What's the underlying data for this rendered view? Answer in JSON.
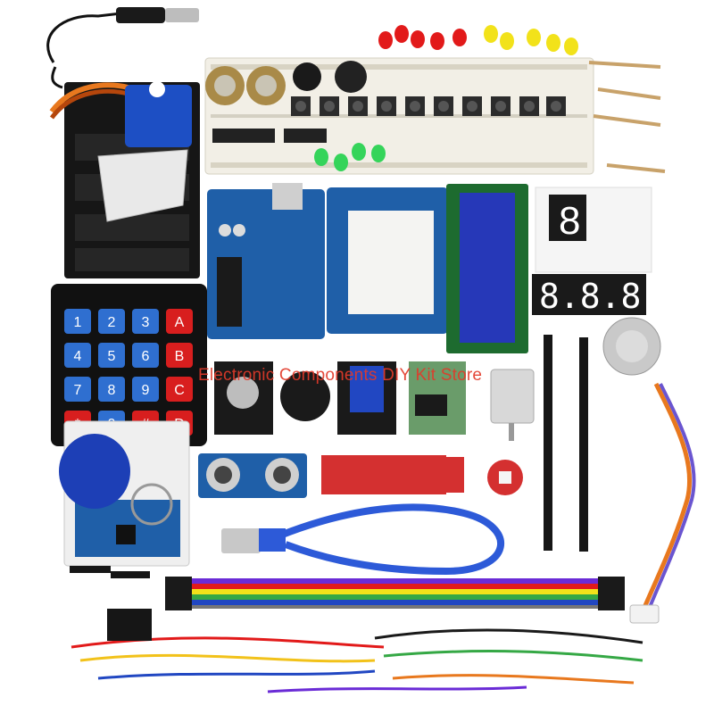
{
  "watermark": "Electronic Components DIY Kit Store",
  "keypad": {
    "keys": [
      "1",
      "2",
      "3",
      "A",
      "4",
      "5",
      "6",
      "B",
      "7",
      "8",
      "9",
      "C",
      "*",
      "0",
      "#",
      "D"
    ]
  },
  "segment_display": {
    "digits": "8.8.8.8."
  },
  "single_digit": "8",
  "colors": {
    "pcb_blue": "#1f5fa8",
    "lcd_blue": "#2638b8",
    "breadboard": "#f2efe6",
    "servo_blue": "#1d4fc4",
    "led_red": "#e21a1a",
    "led_yellow": "#f2e21a",
    "led_green": "#35d45a",
    "watermark": "#e23a2a"
  },
  "icons": [
    "dc-barrel-plug",
    "servo-motor",
    "battery-holder",
    "membrane-keypad",
    "rfid-module",
    "rfid-keyfob",
    "breadboard",
    "potentiometer",
    "buzzer",
    "push-button",
    "led",
    "uno-board",
    "prototype-shield",
    "lcd1602",
    "led-matrix",
    "seven-segment",
    "stepper-motor",
    "joystick",
    "relay-module",
    "stepper-driver",
    "dc-motor",
    "ultrasonic-sensor",
    "water-level-sensor",
    "rgb-led-module",
    "usb-cable",
    "pin-header",
    "dupont-ribbon",
    "jumper-wires"
  ]
}
